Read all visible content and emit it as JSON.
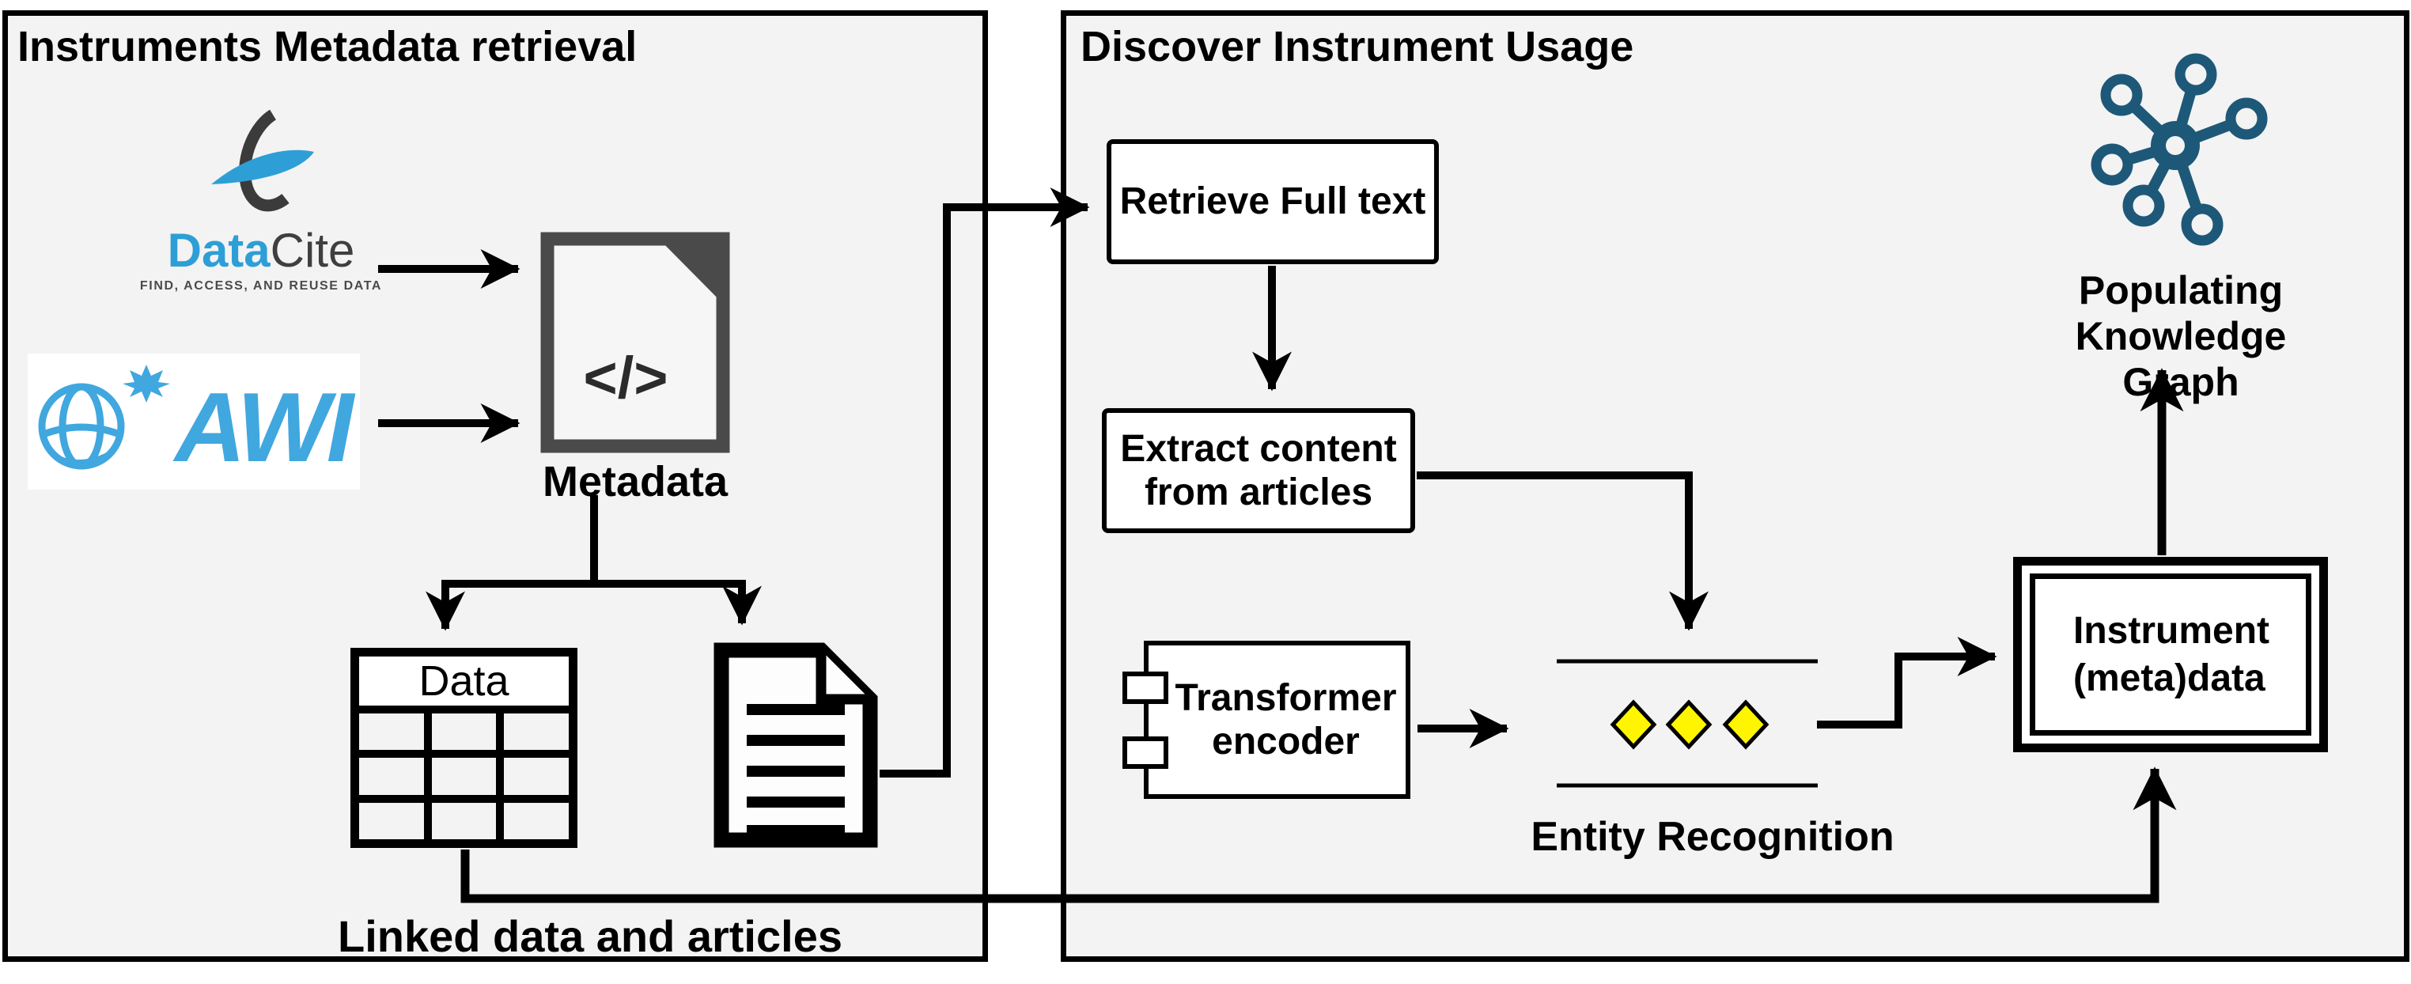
{
  "colors": {
    "panel_bg": "#f3f3f3",
    "datacite_blue": "#2e9fd6",
    "datacite_dark": "#3f3f3f",
    "awi_blue": "#41a7df",
    "kg_teal": "#1e5878",
    "diamond_yellow": "#fff500",
    "file_icon_gray": "#4a4a4a"
  },
  "panels": {
    "left": {
      "title": "Instruments Metadata retrieval"
    },
    "right": {
      "title": "Discover Instrument Usage"
    }
  },
  "left": {
    "datacite": {
      "word_data": "Data",
      "word_cite": "Cite",
      "tagline": "FIND, ACCESS, AND REUSE DATA"
    },
    "awi": {
      "wordmark": "AWI"
    },
    "metadata_icon_glyph": "</>",
    "metadata_label": "Metadata",
    "data_table": {
      "header": "Data"
    },
    "linked_label": "Linked data and articles"
  },
  "right": {
    "retrieve_box": {
      "label": "Retrieve Full text"
    },
    "extract_box": {
      "line1": "Extract content",
      "line2": "from articles"
    },
    "transformer": {
      "line1": "Transformer",
      "line2": "encoder"
    },
    "entity_label": "Entity Recognition",
    "instrument_box": {
      "line1": "Instrument",
      "line2": "(meta)data"
    },
    "kg_label": {
      "line1": "Populating Knowledge",
      "line2": "Graph"
    }
  }
}
